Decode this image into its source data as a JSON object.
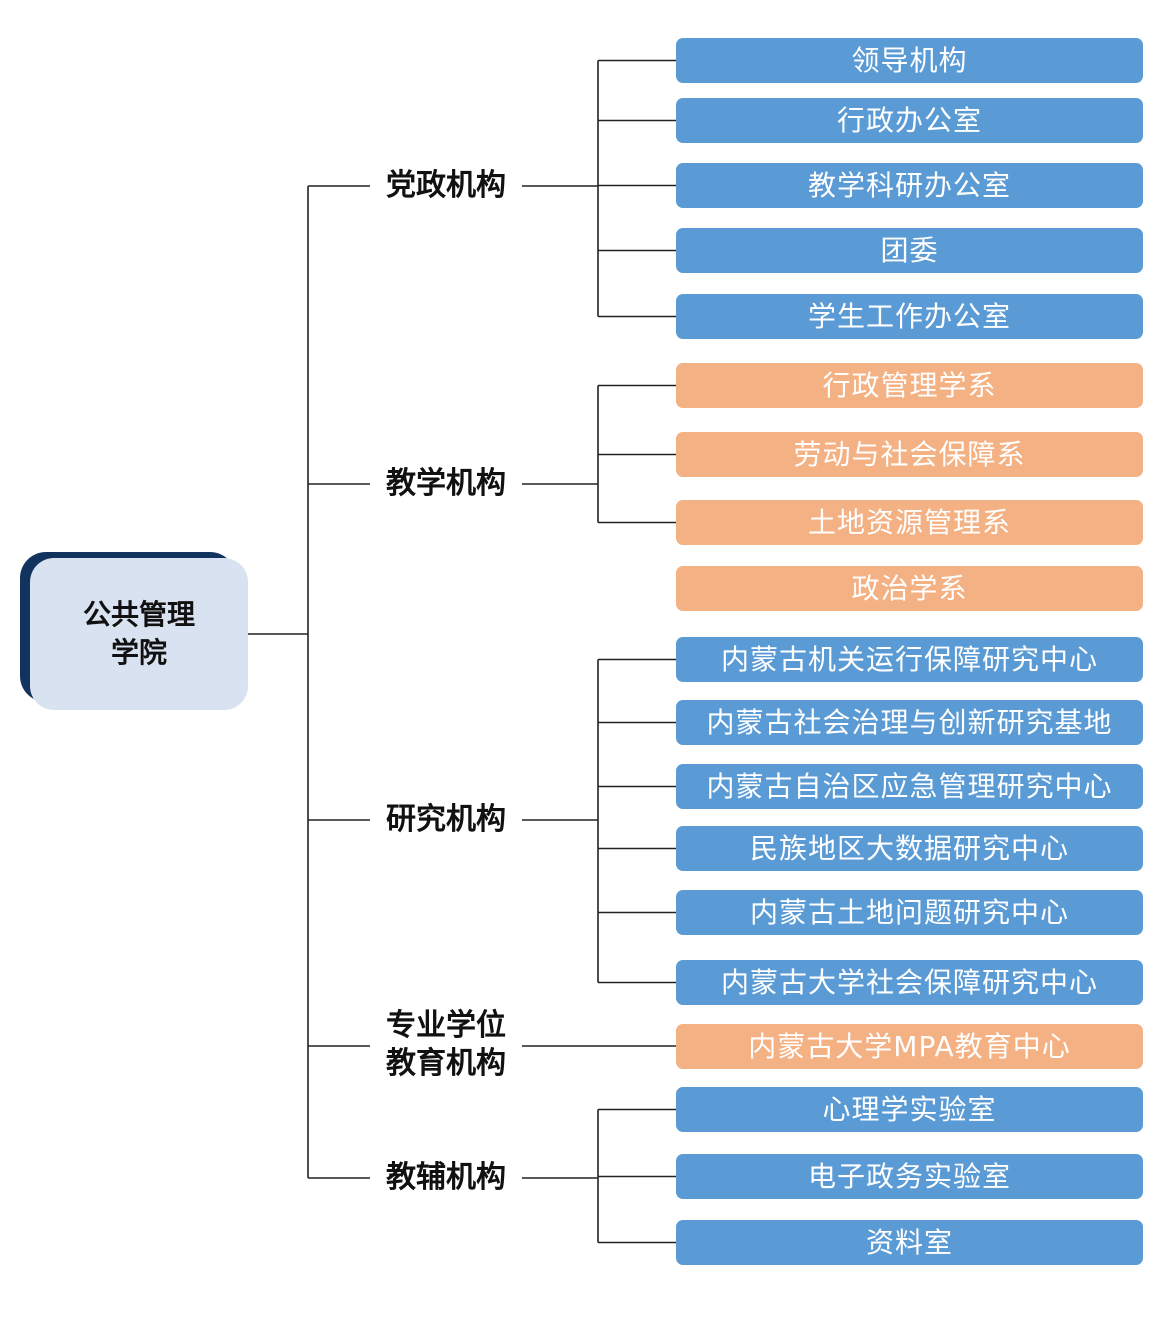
{
  "root": {
    "label": "公共管理\n学院"
  },
  "colors": {
    "blue": "#5b9bd5",
    "orange": "#f4b183",
    "root_fill": "#d9e2f0",
    "root_shadow": "#13335f",
    "line": "#222222"
  },
  "categories": [
    {
      "label": "党政机构",
      "items": [
        {
          "label": "领导机构",
          "color": "blue"
        },
        {
          "label": "行政办公室",
          "color": "blue"
        },
        {
          "label": "教学科研办公室",
          "color": "blue"
        },
        {
          "label": "团委",
          "color": "blue"
        },
        {
          "label": "学生工作办公室",
          "color": "blue"
        }
      ]
    },
    {
      "label": "教学机构",
      "items": [
        {
          "label": "行政管理学系",
          "color": "orange"
        },
        {
          "label": "劳动与社会保障系",
          "color": "orange"
        },
        {
          "label": "土地资源管理系",
          "color": "orange"
        },
        {
          "label": "政治学系",
          "color": "orange"
        }
      ]
    },
    {
      "label": "研究机构",
      "items": [
        {
          "label": "内蒙古机关运行保障研究中心",
          "color": "blue"
        },
        {
          "label": "内蒙古社会治理与创新研究基地",
          "color": "blue"
        },
        {
          "label": "内蒙古自治区应急管理研究中心",
          "color": "blue"
        },
        {
          "label": "民族地区大数据研究中心",
          "color": "blue"
        },
        {
          "label": "内蒙古土地问题研究中心",
          "color": "blue"
        },
        {
          "label": "内蒙古大学社会保障研究中心",
          "color": "blue"
        }
      ]
    },
    {
      "label": "专业学位\n教育机构",
      "items": [
        {
          "label": "内蒙古大学MPA教育中心",
          "color": "orange"
        }
      ]
    },
    {
      "label": "教辅机构",
      "items": [
        {
          "label": "心理学实验室",
          "color": "blue"
        },
        {
          "label": "电子政务实验室",
          "color": "blue"
        },
        {
          "label": "资料室",
          "color": "blue"
        }
      ]
    }
  ]
}
